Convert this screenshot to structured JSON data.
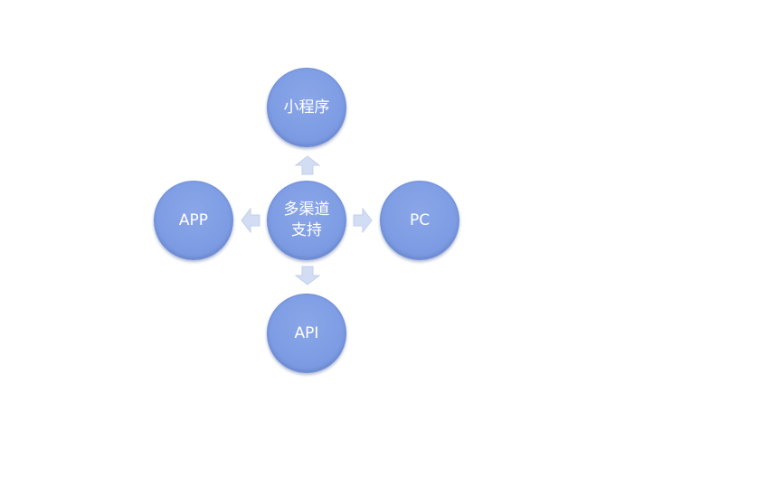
{
  "diagram": {
    "center": {
      "label": "多渠道\n支持"
    },
    "top": {
      "label": "小程序"
    },
    "left": {
      "label": "APP"
    },
    "right": {
      "label": "PC"
    },
    "bottom": {
      "label": "API"
    }
  },
  "colors": {
    "node_fill": "#7f9de4",
    "node_border": "#6f8ed6",
    "arrow_fill": "#d2dcf3",
    "text": "#ffffff"
  }
}
